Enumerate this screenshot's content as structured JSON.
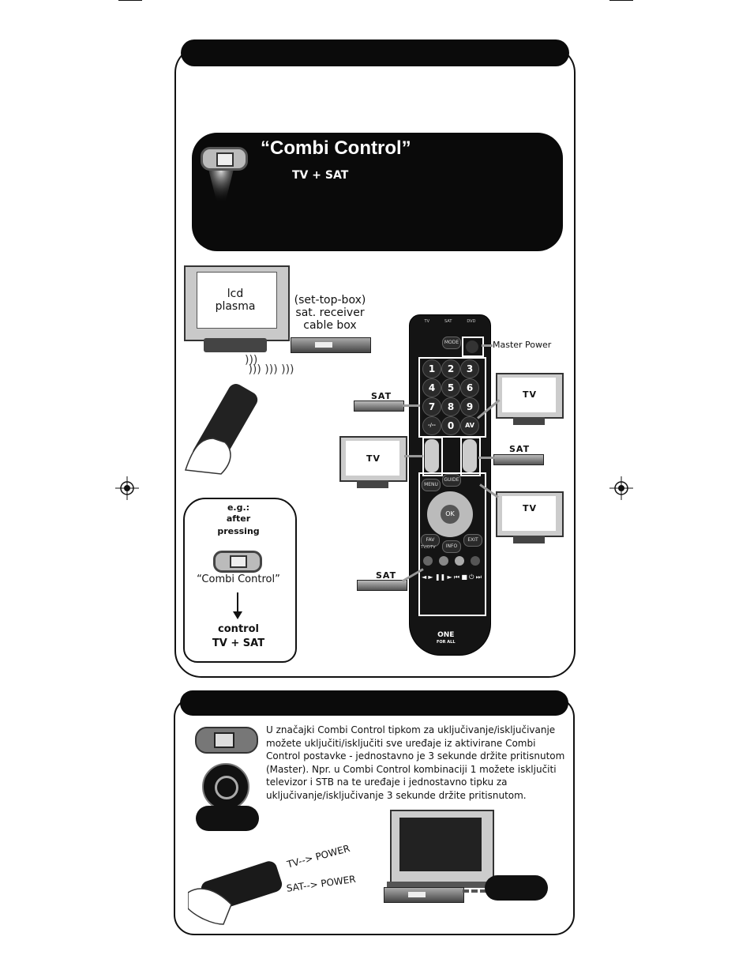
{
  "combi_box": {
    "title": "“Combi Control”",
    "subtitle": "TV + SAT"
  },
  "devices": {
    "tv_screen_line1": "lcd",
    "tv_screen_line2": "plasma",
    "stb_line1": "(set-top-box)",
    "stb_line2": "sat. receiver",
    "stb_line3": "cable box"
  },
  "remote": {
    "master_power_label": "Master Power",
    "numbers": [
      "1",
      "2",
      "3",
      "4",
      "5",
      "6",
      "7",
      "8",
      "9"
    ],
    "zero": "0",
    "dash_key": "-/--",
    "av_key": "AV",
    "mode_key": "MODE",
    "menu_key": "MENU",
    "guide_key": "GUIDE",
    "ok_key": "OK",
    "fav_key": "FAV",
    "exit_key": "EXIT",
    "info_key": "INFO",
    "tvdtv_key": "TV/DTV",
    "mode_row_labels": [
      "TV",
      "SAT",
      "DVD"
    ],
    "brand_line1": "ONE",
    "brand_line2": "FOR ALL"
  },
  "side_labels": {
    "sat_left_top": "SAT",
    "tv_right_top": "TV",
    "tv_left_mid": "TV",
    "sat_right_mid": "SAT",
    "tv_right_low": "TV",
    "sat_left_low": "SAT"
  },
  "example_box": {
    "line1": "e.g.:",
    "line2": "after",
    "line3": "pressing",
    "button_caption": "“Combi Control”",
    "result_line1": "control",
    "result_line2": "TV + SAT"
  },
  "section2": {
    "paragraph": "U značajki Combi Control tipkom za uključivanje/isključivanje možete uključiti/isključiti sve uređaje iz aktivirane Combi Control postavke - jednostavno je 3 sekunde držite pritisnutom (Master). Npr. u Combi Control kombinaciji 1 možete isključiti televizor i STB na te uređaje i jednostavno tipku za uključivanje/isključivanje 3 sekunde držite pritisnutom.",
    "tv_power": "TV--> POWER",
    "sat_power": "SAT--> POWER"
  }
}
